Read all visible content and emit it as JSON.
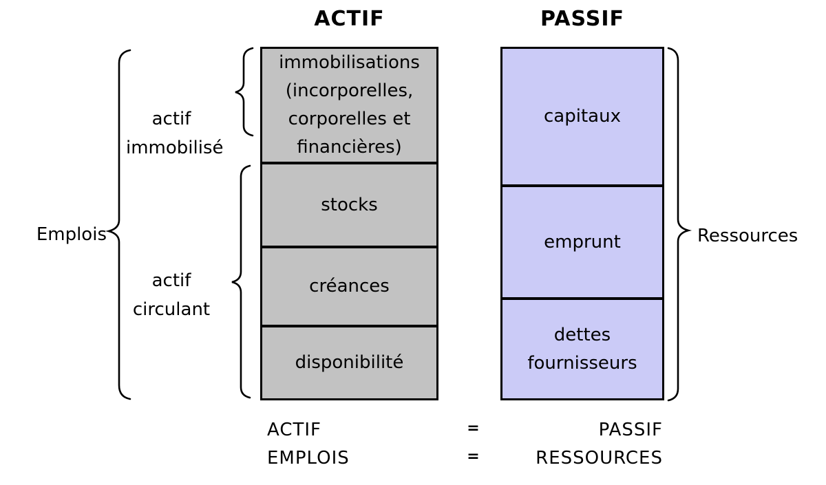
{
  "titles": {
    "actif": "ACTIF",
    "passif": "PASSIF"
  },
  "actif_column": {
    "boxes": [
      {
        "name": "immobilisations",
        "lines": [
          "immobilisations",
          "(incorporelles,",
          "corporelles et",
          "financières)"
        ]
      },
      {
        "name": "stocks",
        "lines": [
          "stocks"
        ]
      },
      {
        "name": "creances",
        "lines": [
          "créances"
        ]
      },
      {
        "name": "disponibilite",
        "lines": [
          "disponibilité"
        ]
      }
    ]
  },
  "passif_column": {
    "boxes": [
      {
        "name": "capitaux",
        "lines": [
          "capitaux"
        ]
      },
      {
        "name": "emprunt",
        "lines": [
          "emprunt"
        ]
      },
      {
        "name": "dettes_fournisseurs",
        "lines": [
          "dettes",
          "fournisseurs"
        ]
      }
    ]
  },
  "side_labels": {
    "emplois": "Emplois",
    "ressources": "Ressources",
    "actif_immobilise": {
      "lines": [
        "actif",
        "immobilisé"
      ]
    },
    "actif_circulant": {
      "lines": [
        "actif",
        "circulant"
      ]
    }
  },
  "equations": {
    "rows": [
      {
        "lhs": "ACTIF",
        "sign": "=",
        "rhs": "PASSIF"
      },
      {
        "lhs": "EMPLOIS",
        "sign": "=",
        "rhs": "RESSOURCES"
      }
    ]
  },
  "colors": {
    "actif_box_bg": "#c2c2c2",
    "passif_box_bg": "#cbcbf7",
    "border": "#000000",
    "page_bg": "#ffffff",
    "text": "#000000"
  }
}
